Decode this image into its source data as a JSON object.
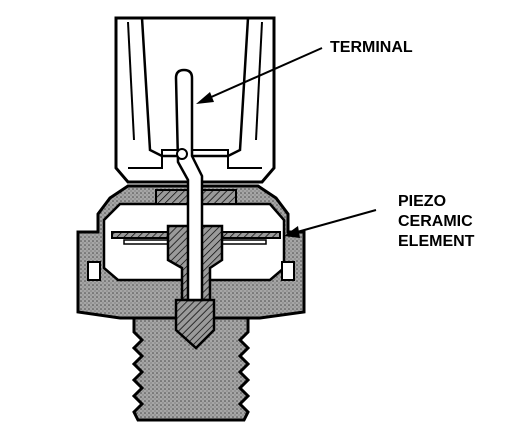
{
  "diagram": {
    "labels": {
      "terminal": "TERMINAL",
      "element_line1": "PIEZO",
      "element_line2": "CERAMIC",
      "element_line3": "ELEMENT"
    },
    "colors": {
      "ink": "#000000",
      "paper": "#ffffff",
      "housing_fill": "#9a9a9a",
      "hatch_fill": "#8c8c8c"
    }
  }
}
